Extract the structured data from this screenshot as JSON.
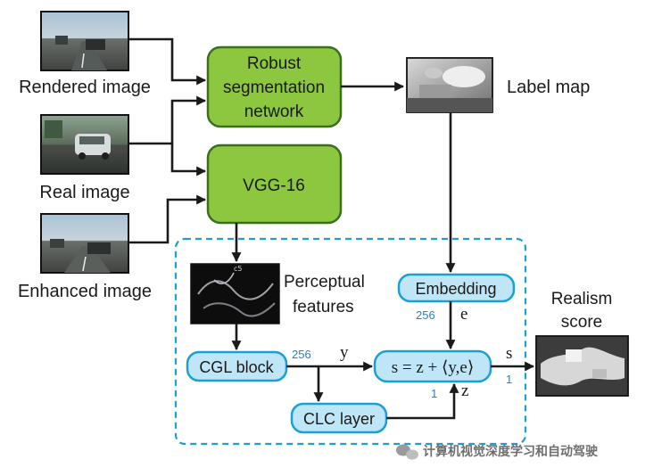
{
  "inputs": {
    "rendered": "Rendered image",
    "real": "Real image",
    "enhanced": "Enhanced image"
  },
  "boxes": {
    "segmentation_line1": "Robust",
    "segmentation_line2": "segmentation",
    "segmentation_line3": "network",
    "vgg": "VGG-16",
    "embedding": "Embedding",
    "cgl": "CGL block",
    "clc": "CLC layer",
    "formula": "s = z + ⟨y,e⟩"
  },
  "labels": {
    "label_map": "Label map",
    "perceptual_line1": "Perceptual",
    "perceptual_line2": "features",
    "realism_line1": "Realism",
    "realism_line2": "score"
  },
  "edge_labels": {
    "dim_y": "256",
    "var_y": "y",
    "dim_e": "256",
    "var_e": "e",
    "dim_z": "1",
    "var_z": "z",
    "dim_s": "1",
    "var_s": "s"
  },
  "watermark": "计算机视觉深度学习和自动驾驶",
  "colors": {
    "green_box": "#8dc63f",
    "blue_box": "#bfe6f7",
    "dashed_border": "#1aa0d6",
    "dimension_text": "#2d7fc1"
  }
}
